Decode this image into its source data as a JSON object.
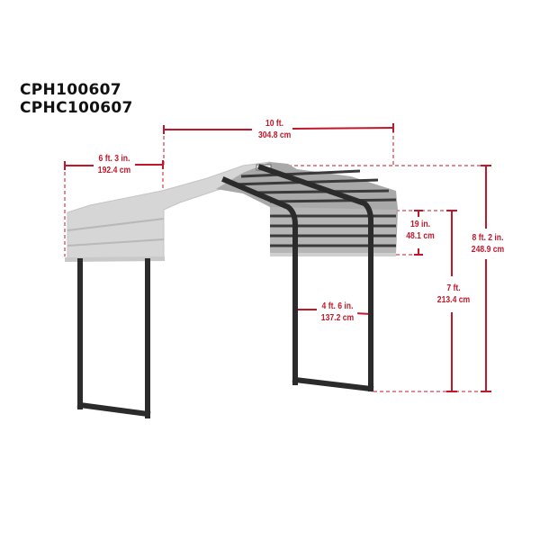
{
  "models": [
    "CPH100607",
    "CPHC100607"
  ],
  "colors": {
    "dimension": "#c0182a",
    "roof_light": "#d9d9d9",
    "roof_mid": "#bdbdbd",
    "frame": "#2b2b2b"
  },
  "dimensions": {
    "length": {
      "imperial": "10 ft.",
      "metric": "304.8 cm"
    },
    "roof_width": {
      "imperial": "6 ft. 3 in.",
      "metric": "192.4 cm"
    },
    "roof_drop": {
      "imperial": "19 in.",
      "metric": "48.1 cm"
    },
    "eave_height": {
      "imperial": "7 ft.",
      "metric": "213.4 cm"
    },
    "peak_height": {
      "imperial": "8 ft. 2 in.",
      "metric": "248.9 cm"
    },
    "inner_width": {
      "imperial": "4 ft. 6 in.",
      "metric": "137.2 cm"
    }
  }
}
